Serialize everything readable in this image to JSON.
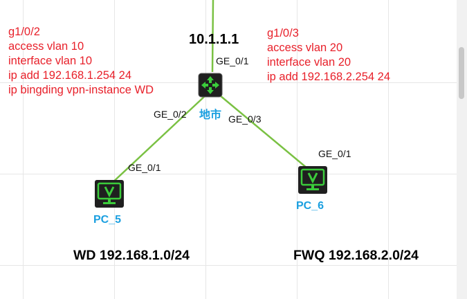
{
  "router": {
    "ip": "10.1.1.1",
    "name": "地市",
    "ports": {
      "up": "GE_0/1",
      "left": "GE_0/2",
      "right": "GE_0/3"
    }
  },
  "config_left": {
    "lines": [
      "g1/0/2",
      "access vlan 10",
      "interface vlan 10",
      "ip add 192.168.1.254  24",
      "ip bingding vpn-instance WD"
    ]
  },
  "config_right": {
    "lines": [
      "g1/0/3",
      "access vlan 20",
      "interface vlan 20",
      "ip add 192.168.2.254  24"
    ]
  },
  "pc5": {
    "name": "PC_5",
    "port": "GE_0/1",
    "subnet": "WD 192.168.1.0/24"
  },
  "pc6": {
    "name": "PC_6",
    "port": "GE_0/1",
    "subnet": "FWQ 192.168.2.0/24"
  },
  "colors": {
    "link": "#7ac143",
    "config_text": "#e8202a",
    "device_name": "#1a9fe0",
    "device_icon": "#3bcc3b"
  },
  "icons": {
    "router": "router-icon",
    "pc": "monitor-icon"
  }
}
